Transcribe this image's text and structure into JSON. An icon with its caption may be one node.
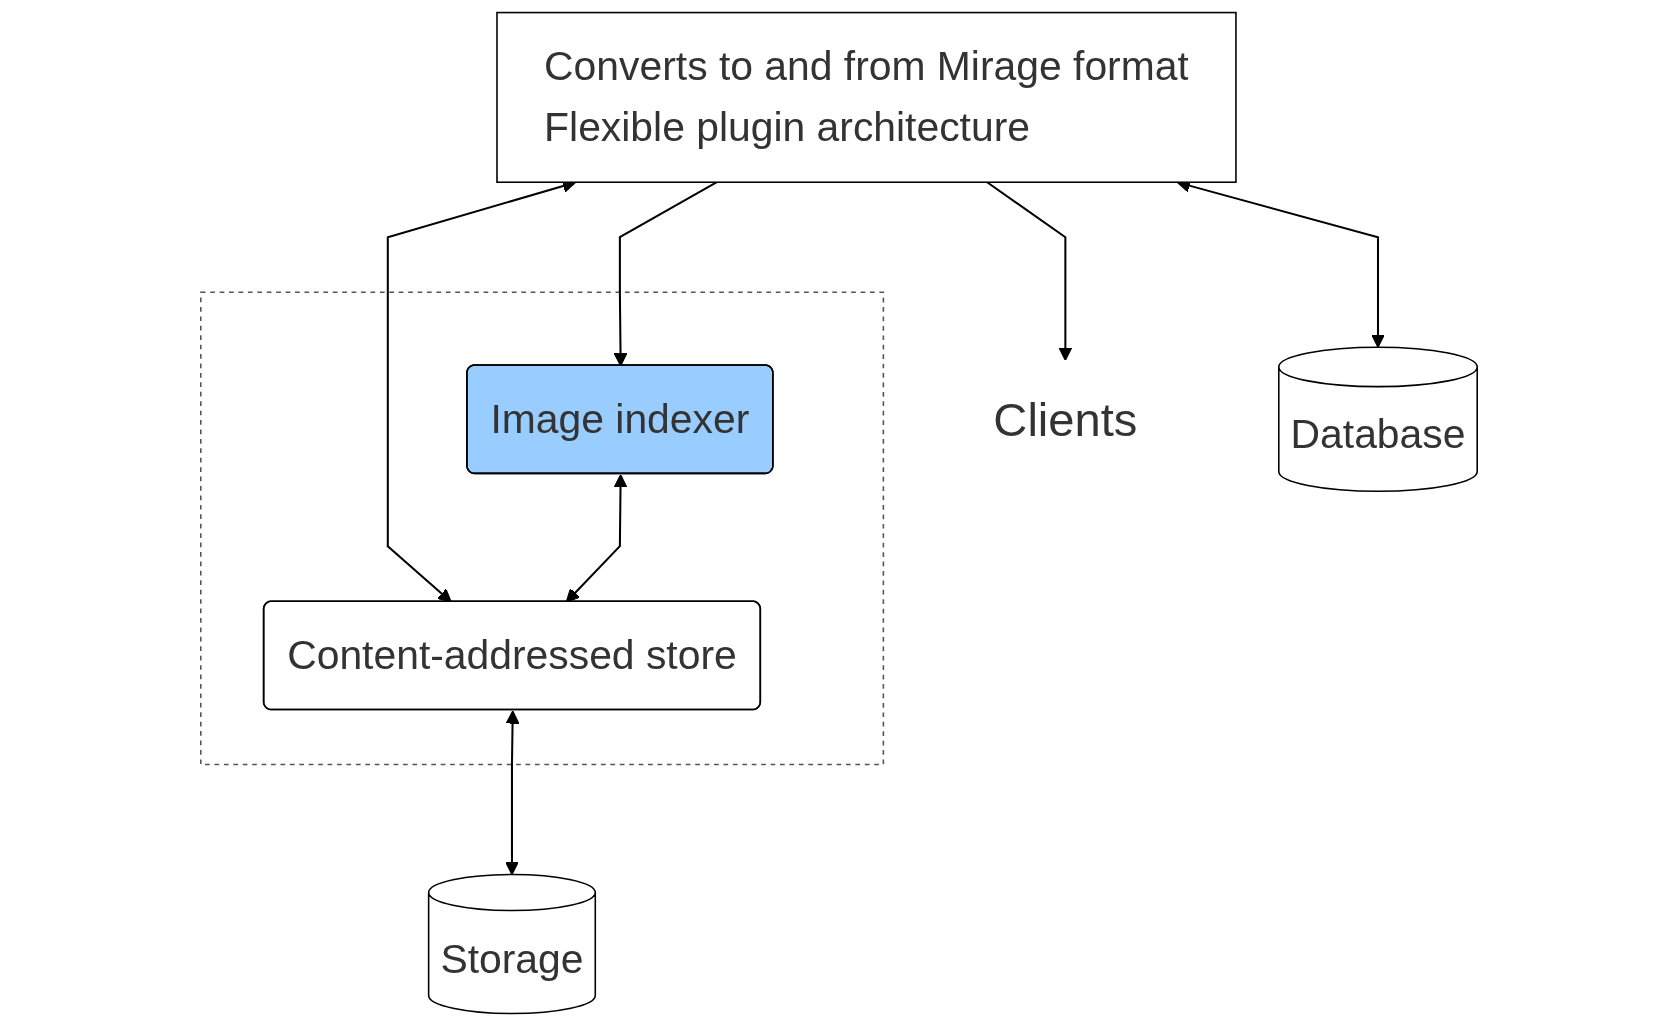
{
  "diagram": {
    "nodes": [
      {
        "text": [
          "Clients"
        ]
      },
      {
        "text": [],
        "shape": "box"
      },
      {
        "text": [
          "Converts to and from Mirage format",
          "Flexible plugin architecture"
        ]
      },
      {
        "text": [
          "Image indexer"
        ],
        "in": 1
      },
      {
        "text": [
          "Content-addressed store"
        ],
        "in": 1
      },
      {
        "text": [
          "Database"
        ]
      },
      {
        "text": [
          "Storage"
        ]
      }
    ],
    "edges": [
      {
        "from": 2,
        "to": 0,
        "arrow": "to"
      },
      {
        "from": 2,
        "to": 3,
        "arrow": "to"
      },
      {
        "from": 2,
        "to": 5,
        "arrow": "both"
      },
      {
        "from": 4,
        "to": 2,
        "arrow": "both"
      },
      {
        "from": 4,
        "to": 3,
        "arrow": "both"
      },
      {
        "from": 4,
        "to": 6,
        "arrow": "both"
      }
    ]
  }
}
